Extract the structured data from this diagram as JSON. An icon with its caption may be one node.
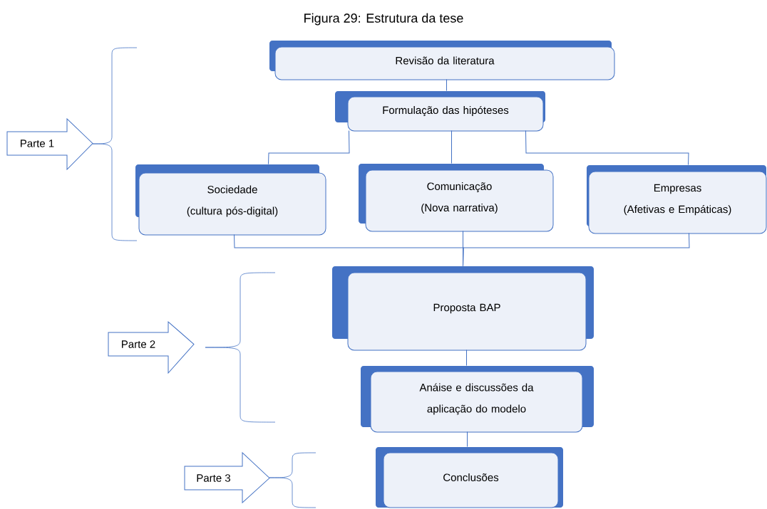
{
  "diagram": {
    "title": "Figura 29: Estrutura da tese",
    "nodes": [
      {
        "text": [
          "Revisão da literatura"
        ]
      },
      {
        "text": [
          "Formulação das hipóteses"
        ]
      },
      {
        "text": [
          "Sociedade",
          "(cultura pós-digital)"
        ]
      },
      {
        "text": [
          "Comunicação",
          "(Nova narrativa)"
        ]
      },
      {
        "text": [
          "Empresas",
          "(Afetivas e Empáticas)"
        ]
      },
      {
        "text": [
          "Proposta BAP"
        ]
      },
      {
        "text": [
          "Anáise e discussões da aplicação do modelo"
        ]
      },
      {
        "text": [
          "Conclusões"
        ]
      },
      {
        "text": [
          "Parte 1"
        ]
      },
      {
        "text": [
          "Parte 2"
        ]
      },
      {
        "text": [
          "Parte 3"
        ]
      }
    ],
    "edges": [
      {
        "from": 0,
        "to": 1,
        "arrow": "none"
      },
      {
        "from": 1,
        "to": 2,
        "arrow": "none"
      },
      {
        "from": 1,
        "to": 3,
        "arrow": "none"
      },
      {
        "from": 1,
        "to": 4,
        "arrow": "none"
      },
      {
        "from": 2,
        "to": 5,
        "arrow": "none"
      },
      {
        "from": 3,
        "to": 5,
        "arrow": "none"
      },
      {
        "from": 4,
        "to": 5,
        "arrow": "none"
      },
      {
        "from": 5,
        "to": 6,
        "arrow": "none"
      },
      {
        "from": 6,
        "to": 7,
        "arrow": "none"
      }
    ]
  }
}
